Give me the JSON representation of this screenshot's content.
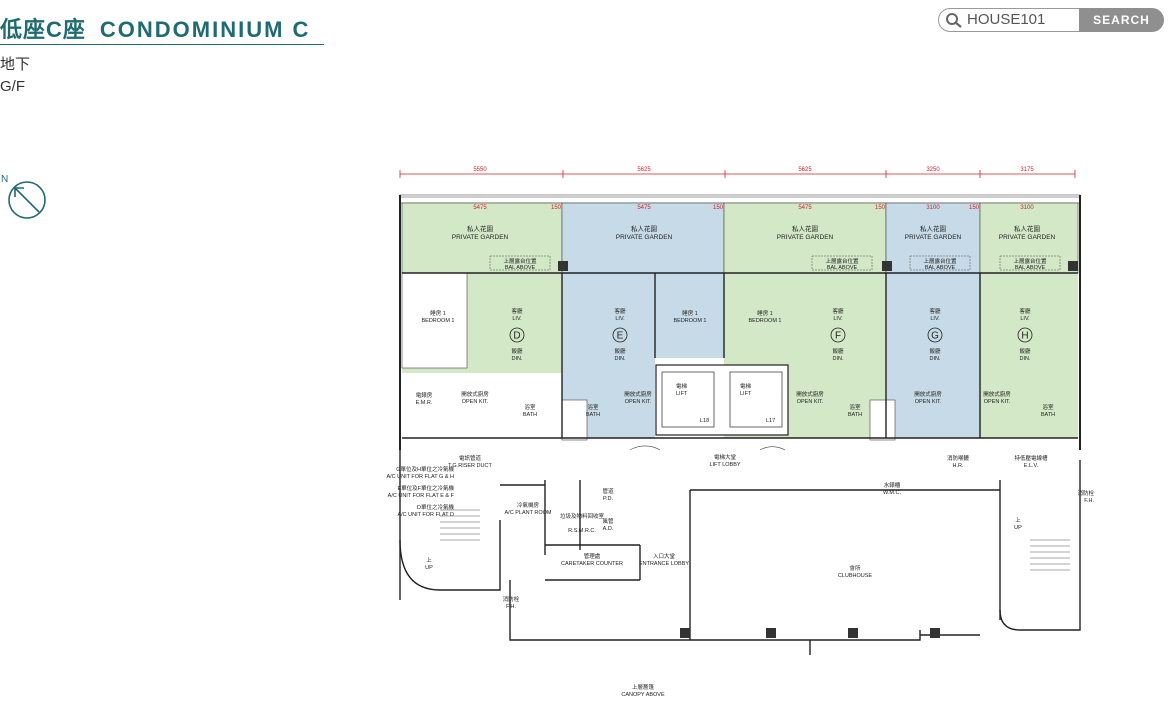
{
  "header": {
    "title_zh": "低座C座",
    "title_en": "CONDOMINIUM C",
    "floor_zh": "地下",
    "floor_en": "G/F"
  },
  "compass": {
    "letter": "N"
  },
  "search": {
    "placeholder": "HOUSE101",
    "value": "HOUSE101",
    "button_label": "SEARCH"
  },
  "colors": {
    "accent": "#1f6b72",
    "garden_green": "#d3e8c7",
    "garden_blue": "#c6dbe7",
    "dimension_red": "#d4202a"
  },
  "floorplan": {
    "top_dimensions": [
      "5550",
      "5625",
      "5625",
      "3250",
      "3175"
    ],
    "garden_dimensions": [
      "5475",
      "150",
      "5475",
      "150",
      "5475",
      "150",
      "3100",
      "150",
      "3100"
    ],
    "gardens": [
      {
        "zh": "私人花園",
        "en": "PRIVATE GARDEN"
      },
      {
        "zh": "私人花園",
        "en": "PRIVATE GARDEN"
      },
      {
        "zh": "私人花園",
        "en": "PRIVATE GARDEN"
      },
      {
        "zh": "私人花園",
        "en": "PRIVATE GARDEN"
      },
      {
        "zh": "私人花園",
        "en": "PRIVATE GARDEN"
      }
    ],
    "balcony": {
      "zh": "上層露台位置",
      "en": "BAL ABOVE"
    },
    "flats": [
      "D",
      "E",
      "F",
      "G",
      "H"
    ],
    "living": {
      "zh": "客廳",
      "en": "LIV."
    },
    "dining": {
      "zh": "飯廳",
      "en": "DIN."
    },
    "bedroom": {
      "zh": "睡房 1",
      "en": "BEDROOM 1"
    },
    "kitchen": {
      "zh": "開放式廚房",
      "en": "OPEN KIT."
    },
    "bath": {
      "zh": "浴室",
      "en": "BATH"
    },
    "lift": {
      "zh": "電梯",
      "en": "LIFT",
      "ids": [
        "L18",
        "L17"
      ]
    },
    "lift_lobby": {
      "zh": "電梯大堂",
      "en": "LIFT LOBBY"
    },
    "emr": {
      "zh": "電錶房",
      "en": "E.M.R."
    },
    "duct": {
      "zh": "電訊管道",
      "en": "T.G.RISER DUCT"
    },
    "ac_gh": {
      "zh": "G單位及H單位之冷氣機",
      "en": "A/C UNIT FOR FLAT G & H"
    },
    "ac_ef": {
      "zh": "E單位及F單位之冷氣機",
      "en": "A/C UNIT FOR FLAT E & F"
    },
    "ac_d": {
      "zh": "D單位之冷氣機",
      "en": "A/C UNIT FOR FLAT D"
    },
    "ac_plant": {
      "zh": "冷氣機房",
      "en": "A/C PLANT ROOM"
    },
    "refuse": {
      "zh": "垃圾及物料回收室",
      "en": "R.S.M.R.C."
    },
    "pd": {
      "zh": "管道",
      "en": "P.D."
    },
    "ad": {
      "zh": "風管",
      "en": "A.D."
    },
    "caretaker": {
      "zh": "管理處",
      "en": "CARETAKER COUNTER"
    },
    "entrance": {
      "zh": "入口大堂",
      "en": "ENTRANCE LOBBY"
    },
    "clubhouse": {
      "zh": "會所",
      "en": "CLUBHOUSE"
    },
    "wmc": {
      "zh": "水錶櫃",
      "en": "W.M.C."
    },
    "hr": {
      "zh": "消防喉轆",
      "en": "H.R."
    },
    "elv": {
      "zh": "特低壓電線槽",
      "en": "E.L.V."
    },
    "fh": {
      "zh": "消防栓",
      "en": "F.H."
    },
    "up": {
      "zh": "上",
      "en": "UP"
    },
    "canopy": {
      "zh": "上層簷篷",
      "en": "CANOPY ABOVE"
    }
  }
}
